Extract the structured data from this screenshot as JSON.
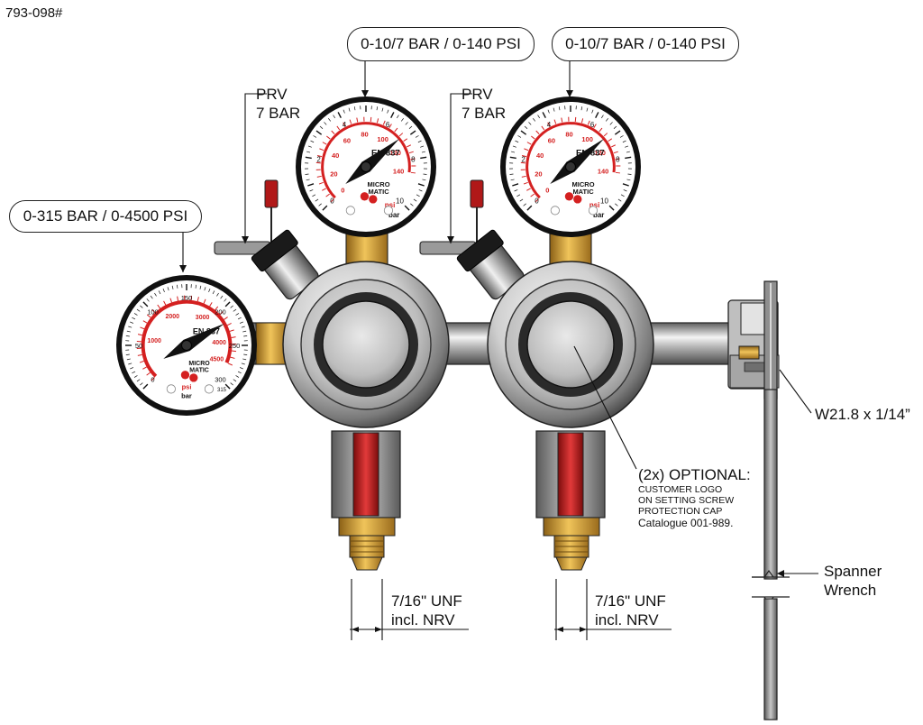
{
  "drawing": {
    "reference": "793-098#"
  },
  "callouts": {
    "high_gauge_range": "0-315 BAR / 0-4500 PSI",
    "low_gauge_range_1": "0-10/7 BAR / 0-140 PSI",
    "low_gauge_range_2": "0-10/7 BAR / 0-140 PSI",
    "prv_1": {
      "line1": "PRV",
      "line2": "7 BAR"
    },
    "prv_2": {
      "line1": "PRV",
      "line2": "7 BAR"
    },
    "thread": "W21.8 x 1/14”",
    "optional_title": "(2x) OPTIONAL:",
    "optional_lines": [
      "CUSTOMER LOGO",
      "ON SETTING SCREW",
      "PROTECTION CAP"
    ],
    "catalogue": "Catalogue 001-989.",
    "spanner": {
      "line1": "Spanner",
      "line2": "Wrench"
    },
    "outlet_1": {
      "line1": "7/16\" UNF",
      "line2": "incl. NRV"
    },
    "outlet_2": {
      "line1": "7/16\" UNF",
      "line2": "incl. NRV"
    }
  },
  "gauges": {
    "low": {
      "standard": "EN 837",
      "brand_line1": "MICRO",
      "brand_line2": "MATIC",
      "unit_psi": "psi",
      "unit_bar": "bar",
      "bar_ticks": [
        "0",
        "2",
        "4",
        "6",
        "8",
        "10"
      ],
      "psi_ticks": [
        "0",
        "20",
        "40",
        "60",
        "80",
        "100",
        "120",
        "140"
      ]
    },
    "high": {
      "standard": "EN 837",
      "brand_line1": "MICRO",
      "brand_line2": "MATIC",
      "unit_psi": "psi",
      "unit_bar": "bar",
      "bar_ticks": [
        "0",
        "50",
        "100",
        "150",
        "200",
        "250",
        "300"
      ],
      "psi_ticks": [
        "1000",
        "2000",
        "3000",
        "4000",
        "4500"
      ],
      "extra_tick": "315"
    }
  },
  "colors": {
    "brass": "#c99a3a",
    "chrome_dark": "#3a3a3a",
    "indicator_red": "#cc1f1f",
    "gauge_scale_red": "#d42020"
  }
}
